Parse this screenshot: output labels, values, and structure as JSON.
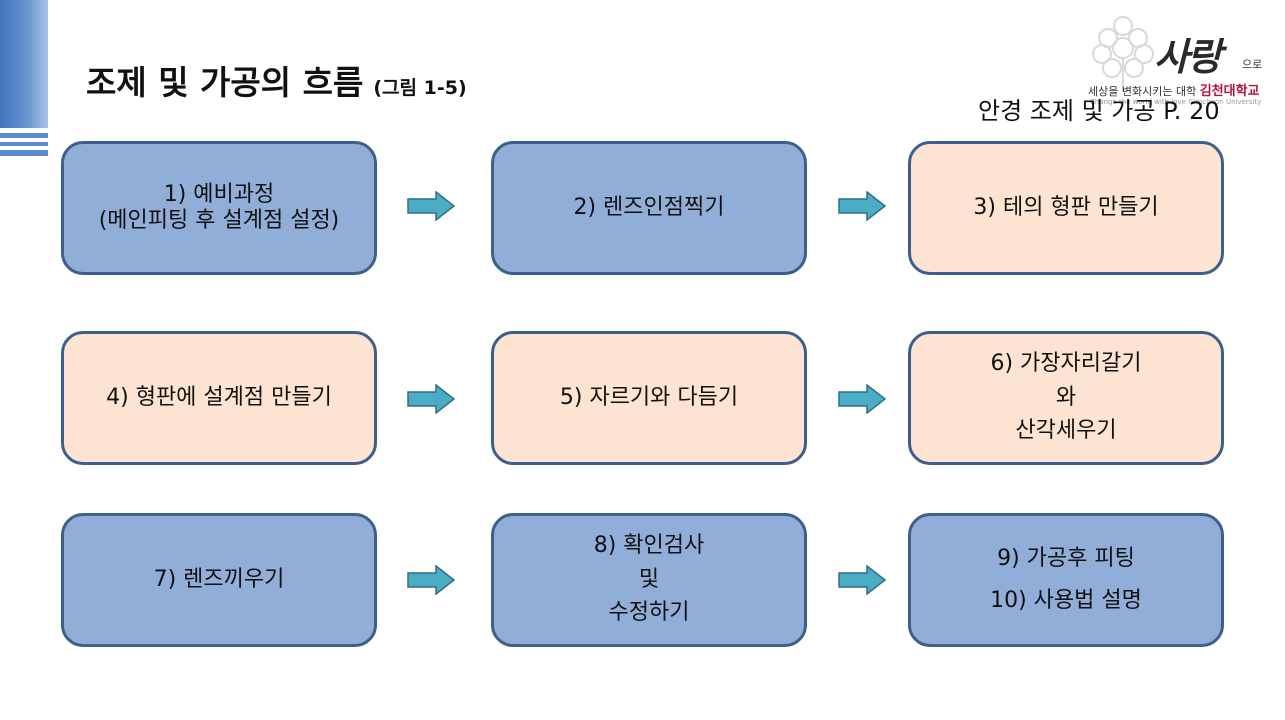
{
  "header": {
    "title": "조제 및 가공의 흐름",
    "subtitle": "(그림 1-5)",
    "reference": "안경 조제 및 가공 P. 20"
  },
  "logo": {
    "script": "사랑",
    "suffix": "으로",
    "slogan": "세상을 변화시키는 대학",
    "university": "김천대학교",
    "english": "Change the world with love  Gimcheon University"
  },
  "steps": [
    {
      "lines": [
        "1) 예비과정",
        "(메인피팅 후 설계점 설정)"
      ],
      "color": "#91aed8"
    },
    {
      "lines": [
        "2) 렌즈인점찍기"
      ],
      "color": "#91aed8"
    },
    {
      "lines": [
        "3) 테의 형판 만들기"
      ],
      "color": "#fde3d2"
    },
    {
      "lines": [
        "4) 형판에 설계점 만들기"
      ],
      "color": "#fde3d2"
    },
    {
      "lines": [
        "5) 자르기와 다듬기"
      ],
      "color": "#fde3d2"
    },
    {
      "lines": [
        "6) 가장자리갈기",
        "와",
        "산각세우기"
      ],
      "color": "#fde3d2"
    },
    {
      "lines": [
        "7) 렌즈끼우기"
      ],
      "color": "#91aed8"
    },
    {
      "lines": [
        "8) 확인검사",
        "및",
        "수정하기"
      ],
      "color": "#91aed8"
    },
    {
      "lines": [
        "9) 가공후 피팅",
        "10) 사용법 설명"
      ],
      "color": "#91aed8"
    }
  ],
  "arrow_color": "#4bacc6"
}
